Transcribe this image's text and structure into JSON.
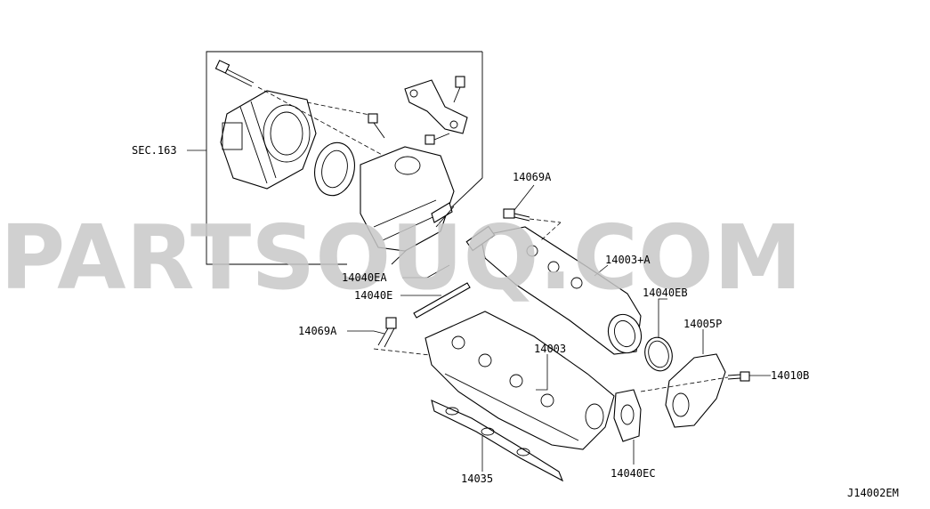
{
  "watermark": "PARTSOUQ.COM",
  "diagram_code": "J14002EM",
  "labels": {
    "sec163": "SEC.163",
    "p14069A_top": "14069A",
    "p14003A": "14003+A",
    "p14040EA": "14040EA",
    "p14040E": "14040E",
    "p14040EB": "14040EB",
    "p14069A_left": "14069A",
    "p14005P": "14005P",
    "p14003": "14003",
    "p14010B": "14010B",
    "p14040EC": "14040EC",
    "p14035": "14035"
  }
}
